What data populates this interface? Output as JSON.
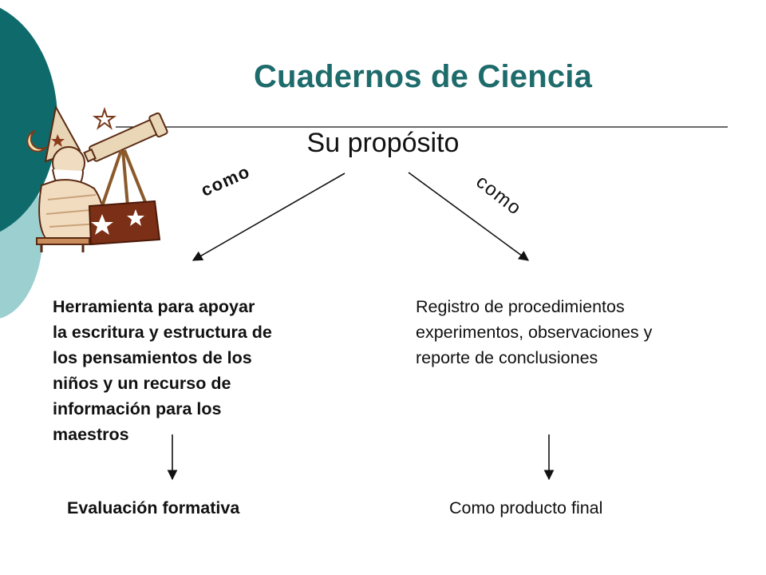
{
  "slide": {
    "title": "Cuadernos de Ciencia",
    "subtitle": "Su propósito",
    "left_branch": {
      "connector": "como",
      "description_lines": [
        "Herramienta para apoyar",
        "la escritura y estructura de",
        "los pensamientos de los",
        "niños y un recurso de",
        "información para los",
        "maestros"
      ],
      "outcome": "Evaluación formativa"
    },
    "right_branch": {
      "connector": "como",
      "description_lines": [
        "Registro de procedimientos",
        "experimentos, observaciones y",
        "reporte de conclusiones"
      ],
      "outcome": "Como producto final"
    }
  },
  "colors": {
    "title": "#1e6b6b",
    "teal_dark": "#0f6b6b",
    "teal_light": "#9ccfd0",
    "arrow": "#111111",
    "illustration_brown": "#8b3a1a"
  },
  "icons": [
    "astronomer-telescope-illustration"
  ]
}
